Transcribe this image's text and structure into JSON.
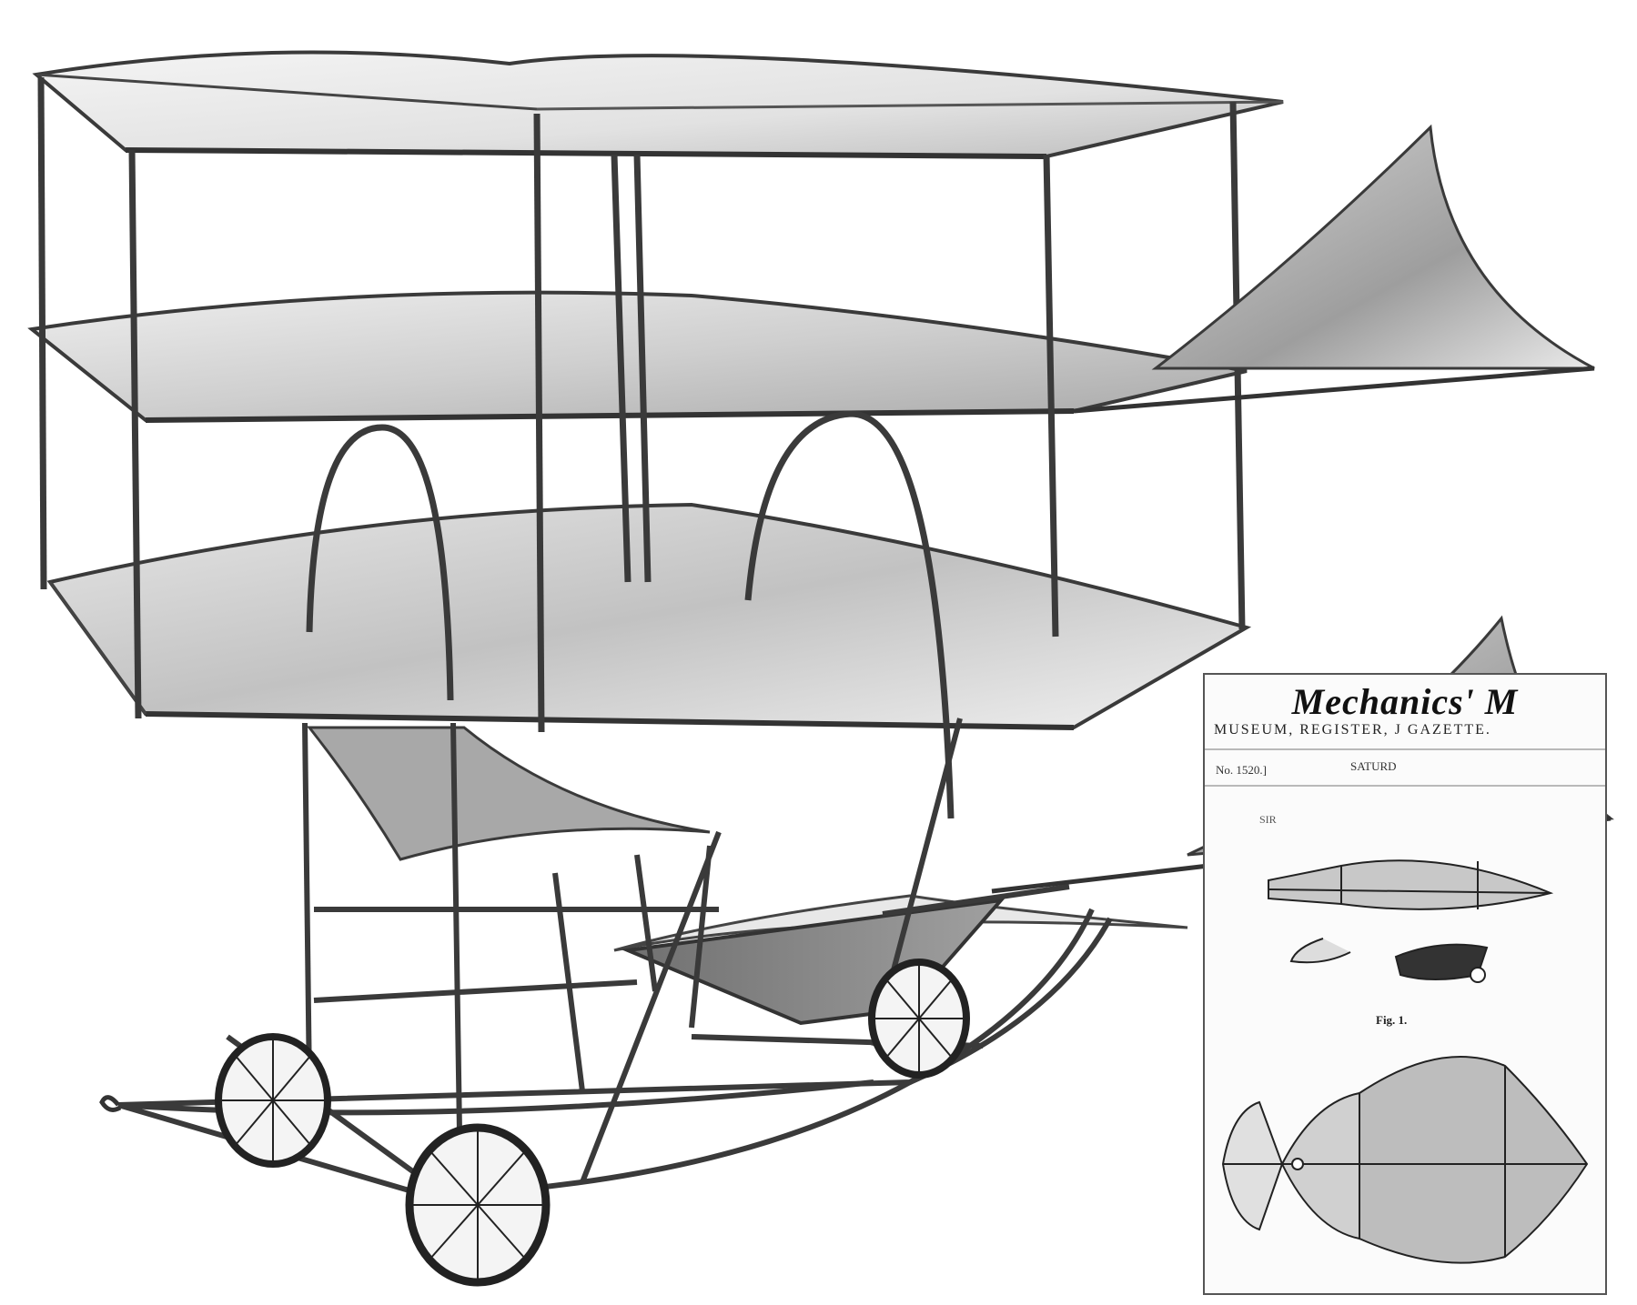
{
  "inset": {
    "masthead": "Mechanics' M",
    "subtitle": "MUSEUM, REGISTER, J      GAZETTE.",
    "issue_number": "No. 1520.]",
    "issue_date_fragment": "SATURD",
    "section_fragment": "SIR",
    "figure_label": "Fig. 1."
  },
  "colors": {
    "frame": "#3a3a3a",
    "fabric_light": "#f2f2f2",
    "fabric_shadow": "#9a9a9a",
    "background": "#ffffff"
  }
}
